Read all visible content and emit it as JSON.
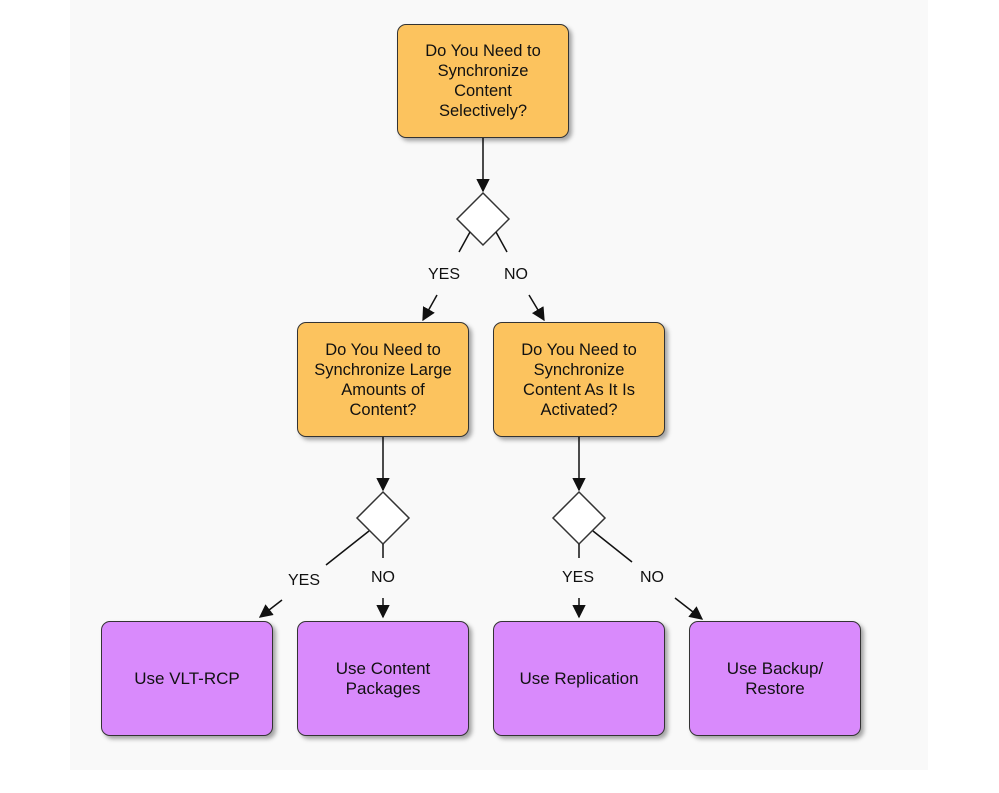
{
  "colors": {
    "question_fill": "#fcc35e",
    "action_fill": "#d98afc",
    "decision_fill": "#ffffff",
    "stroke": "#333333"
  },
  "nodes": {
    "q1": "Do You Need to\nSynchronize\nContent\nSelectively?",
    "q2": "Do You Need to\nSynchronize Large\nAmounts of\nContent?",
    "q3": "Do You Need to\nSynchronize\nContent As It Is\nActivated?",
    "a1": "Use VLT-RCP",
    "a2": "Use Content\nPackages",
    "a3": "Use Replication",
    "a4": "Use Backup/\nRestore"
  },
  "edge_labels": {
    "d1_yes": "YES",
    "d1_no": "NO",
    "d2_yes": "YES",
    "d2_no": "NO",
    "d3_yes": "YES",
    "d3_no": "NO"
  }
}
